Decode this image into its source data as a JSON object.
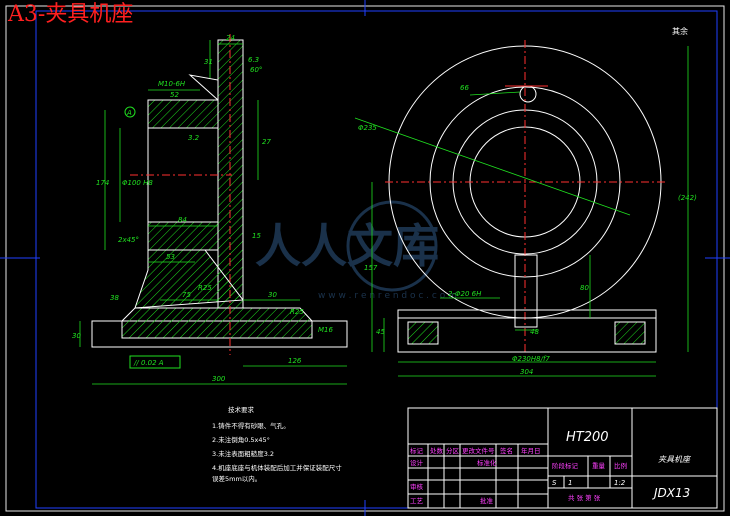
{
  "sheet": {
    "title": "A3-夹具机座",
    "roughness_mark": "其余",
    "watermark_cn": "人人文库",
    "watermark_url": "w w w . r e n r e n d o c . c o m"
  },
  "front_view": {
    "dims": {
      "d24": "24",
      "d31": "31",
      "d60deg": "60°",
      "m10": "M10-6H",
      "d52": "52",
      "d27": "27",
      "d174": "174",
      "d100": "Φ100 H8",
      "d84": "84",
      "chamfer": "2x45°",
      "d53": "53",
      "r25": "R25",
      "d30": "30",
      "d75": "75",
      "d38": "38",
      "r25b": "R25",
      "d126": "126",
      "d300": "300",
      "d30v": "30",
      "d15": "15",
      "thread_note": "M16",
      "tol_box": "// 0.02 A",
      "ra1": "3.2",
      "ra2": "6.3",
      "datum": "A"
    }
  },
  "side_view": {
    "dims": {
      "d235": "Φ235",
      "d66": "66",
      "d157": "157",
      "d242": "(242)",
      "d80": "80",
      "d45": "45",
      "d48": "48",
      "d230": "Φ230H8/f7",
      "d304": "304",
      "holes": "2-Φ20 6H"
    }
  },
  "tech_req": {
    "heading": "技术要求",
    "lines": [
      "1.铸件不得有砂眼、气孔。",
      "2.未注倒角0.5x45°",
      "3.未注表面粗糙度3.2",
      "4.机座底座与机体装配后加工并保证装配尺寸",
      "   误差5mm以内。"
    ]
  },
  "title_block": {
    "material": "HT200",
    "part_name": "夹具机座",
    "drawing_no": "JDX13",
    "row1": [
      "标记",
      "处数",
      "分区",
      "更改文件号",
      "签名",
      "年月日"
    ],
    "row2": [
      "设计",
      "",
      "",
      "标准化",
      "",
      ""
    ],
    "row3": [
      "审核",
      "",
      "",
      "",
      "",
      ""
    ],
    "row4": [
      "工艺",
      "",
      "",
      "批准",
      "",
      ""
    ],
    "stage_labels": [
      "阶段标记",
      "重量",
      "比例"
    ],
    "stage_s": "S",
    "stage_t": "1",
    "scale": "1:2",
    "sheets": "共  张  第  张"
  }
}
